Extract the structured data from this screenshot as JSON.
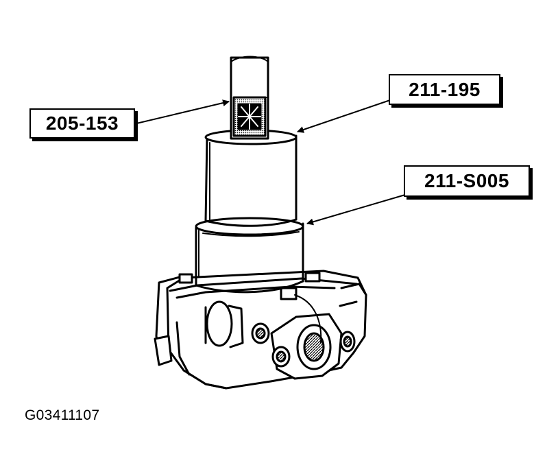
{
  "callouts": {
    "tool_205_153": "205-153",
    "tool_211_195": "211-195",
    "tool_211_s005": "211-S005"
  },
  "figure_id": "G03411107",
  "colors": {
    "line": "#000000",
    "background": "#ffffff"
  }
}
